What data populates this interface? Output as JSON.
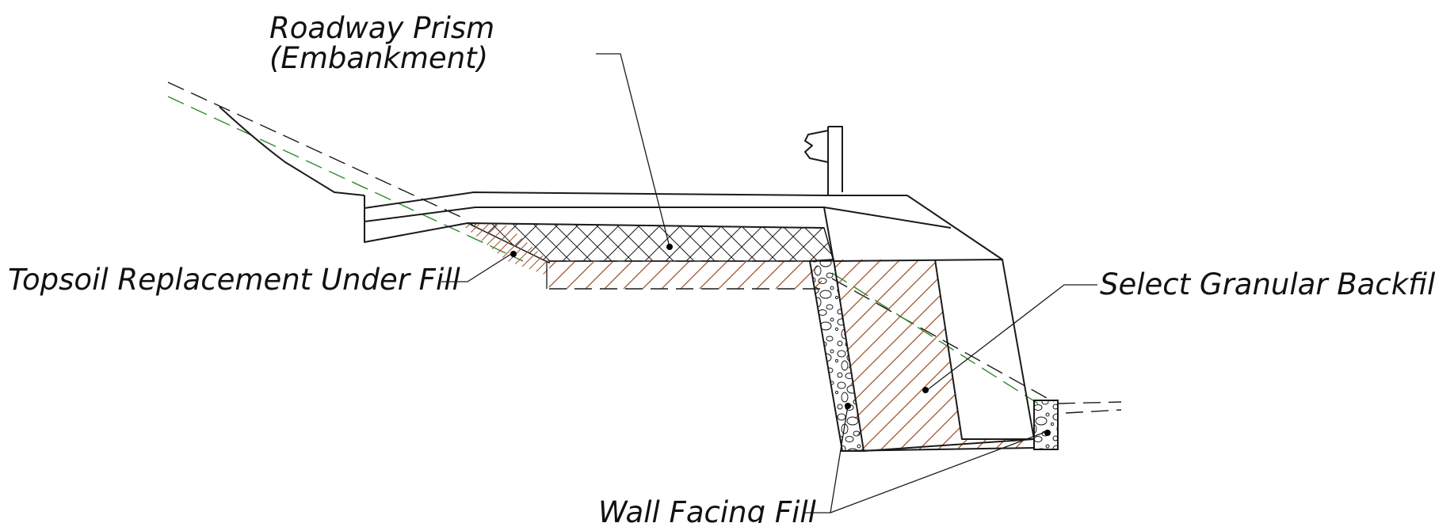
{
  "labels": {
    "roadway_prism_line1": "Roadway Prism",
    "roadway_prism_line2": "(Embankment)",
    "topsoil": "Topsoil Replacement Under Fill",
    "select_backfill": "Select Granular Backfill",
    "wall_facing": "Wall Facing Fill"
  },
  "colors": {
    "linework": "#1a1a1a",
    "existing_ground_line": "#2e8b2e",
    "hatch_brown": "#a0522d",
    "background": "#ffffff"
  }
}
